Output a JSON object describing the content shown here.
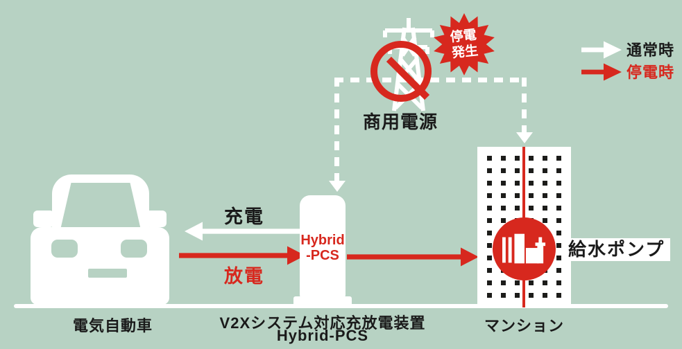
{
  "diagram": {
    "legend": {
      "normal_label": "通常時",
      "outage_label": "停電時"
    },
    "grid_power": {
      "label": "商用電源",
      "burst_line1": "停電",
      "burst_line2": "発生"
    },
    "flows": {
      "charge_label": "充電",
      "discharge_label": "放電"
    },
    "ev": {
      "label": "電気自動車"
    },
    "pcs": {
      "unit_label_line1": "Hybrid",
      "unit_label_line2": "-PCS",
      "caption_line1": "V2Xシステム対応充放電装置",
      "caption_line2": "Hybrid-PCS"
    },
    "building": {
      "label": "マンション",
      "pump_label": "給水ポンプ",
      "window_columns": 6,
      "window_rows": 12
    },
    "colors": {
      "background": "#b7d2c3",
      "accent_red": "#d7281e",
      "white": "#ffffff",
      "text_black": "#1a1a1a"
    }
  }
}
